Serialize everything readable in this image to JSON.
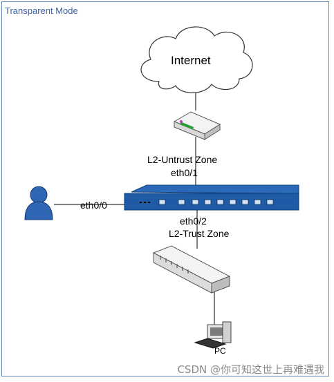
{
  "title": "Transparent Mode",
  "nodes": {
    "internet": "Internet",
    "pc": "PC"
  },
  "labels": {
    "untrust_zone": "L2-Untrust Zone",
    "eth0_1": "eth0/1",
    "eth0_0": "eth0/0",
    "eth0_2": "eth0/2",
    "trust_zone": "L2-Trust Zone"
  },
  "watermark": "CSDN @你可知这世上再难遇我",
  "colors": {
    "frame": "#5b84b8",
    "title": "#3b5fa8",
    "firewall": "#1f5aa6",
    "user": "#2f66b3"
  }
}
